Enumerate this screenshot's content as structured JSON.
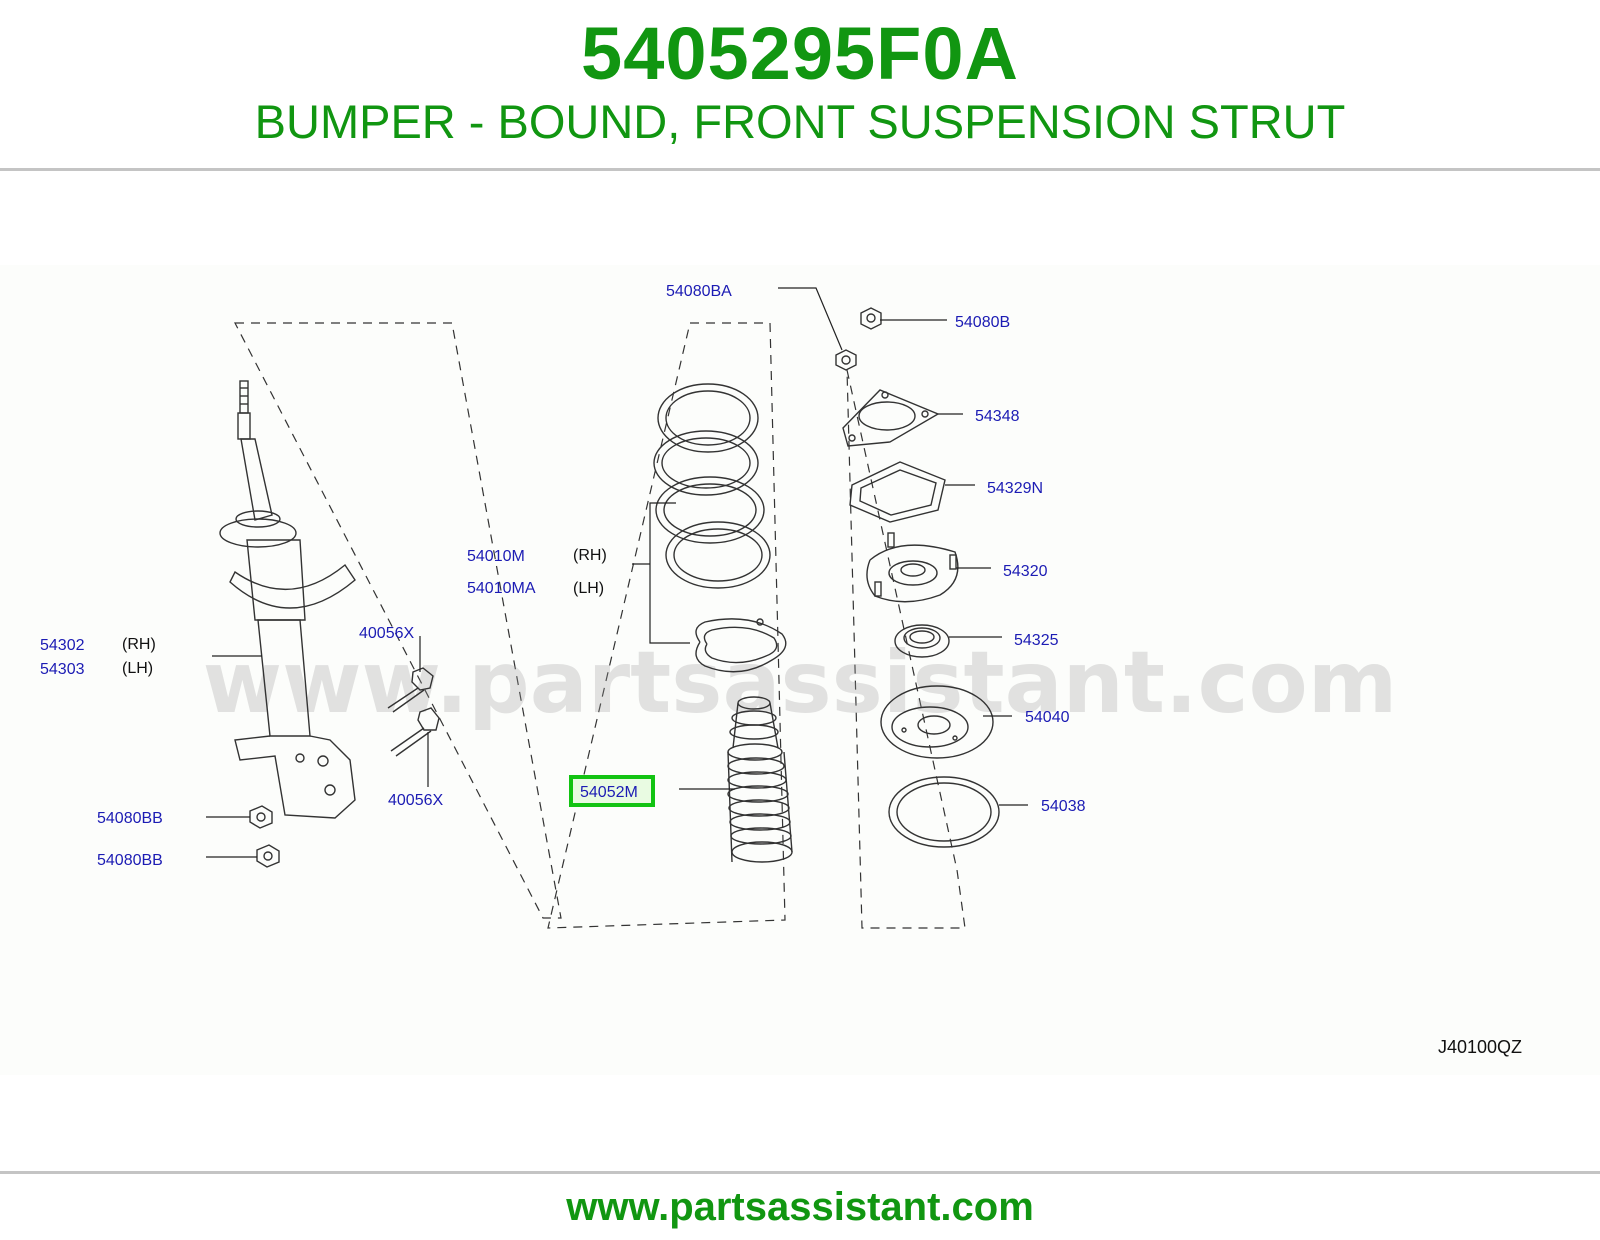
{
  "header": {
    "part_number": "5405295F0A",
    "description": "BUMPER - BOUND, FRONT SUSPENSION STRUT"
  },
  "diagram": {
    "watermark": "www.partsassistant.com",
    "reference_code": "J40100QZ",
    "highlighted_part": "54052M",
    "callouts": {
      "c_54080BA": "54080BA",
      "c_54080B": "54080B",
      "c_54348": "54348",
      "c_54329N": "54329N",
      "c_54320": "54320",
      "c_54325": "54325",
      "c_54040": "54040",
      "c_54038": "54038",
      "c_54010M": "54010M",
      "c_54010M_side": "(RH)",
      "c_54010MA": "54010MA",
      "c_54010MA_side": "(LH)",
      "c_54052M": "54052M",
      "c_54302": "54302",
      "c_54302_side": "(RH)",
      "c_54303": "54303",
      "c_54303_side": "(LH)",
      "c_40056X_a": "40056X",
      "c_40056X_b": "40056X",
      "c_54080BB_a": "54080BB",
      "c_54080BB_b": "54080BB"
    },
    "highlight_color": "#12c312",
    "callout_color": "#1c1cb4"
  },
  "footer": {
    "url": "www.partsassistant.com"
  },
  "colors": {
    "brand_green": "#119611"
  }
}
